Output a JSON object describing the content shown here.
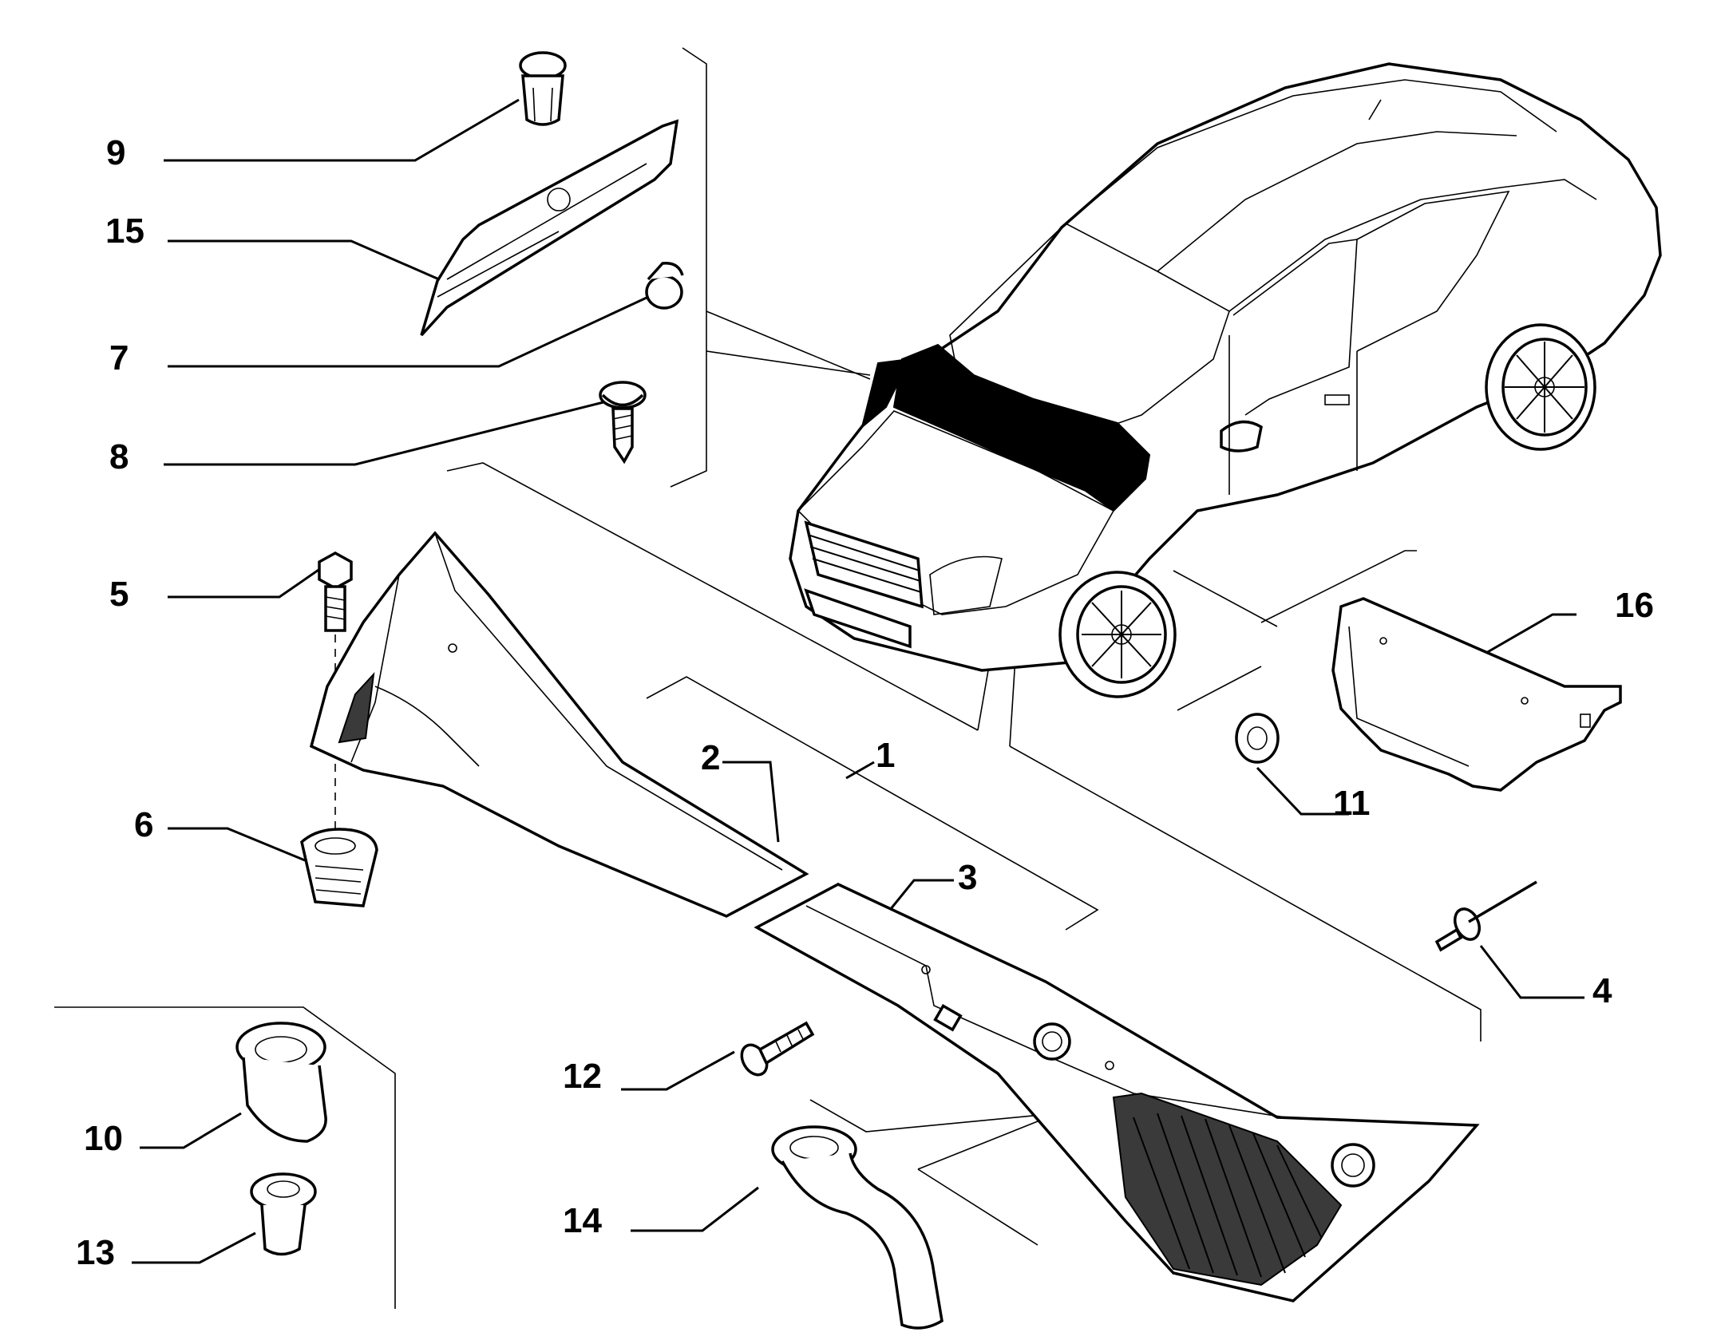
{
  "diagram": {
    "callouts": [
      {
        "id": "9",
        "label": "9"
      },
      {
        "id": "15",
        "label": "15"
      },
      {
        "id": "7",
        "label": "7"
      },
      {
        "id": "8",
        "label": "8"
      },
      {
        "id": "5",
        "label": "5"
      },
      {
        "id": "6",
        "label": "6"
      },
      {
        "id": "2",
        "label": "2"
      },
      {
        "id": "1",
        "label": "1"
      },
      {
        "id": "3",
        "label": "3"
      },
      {
        "id": "16",
        "label": "16"
      },
      {
        "id": "11",
        "label": "11"
      },
      {
        "id": "4",
        "label": "4"
      },
      {
        "id": "12",
        "label": "12"
      },
      {
        "id": "10",
        "label": "10"
      },
      {
        "id": "13",
        "label": "13"
      },
      {
        "id": "14",
        "label": "14"
      }
    ]
  }
}
